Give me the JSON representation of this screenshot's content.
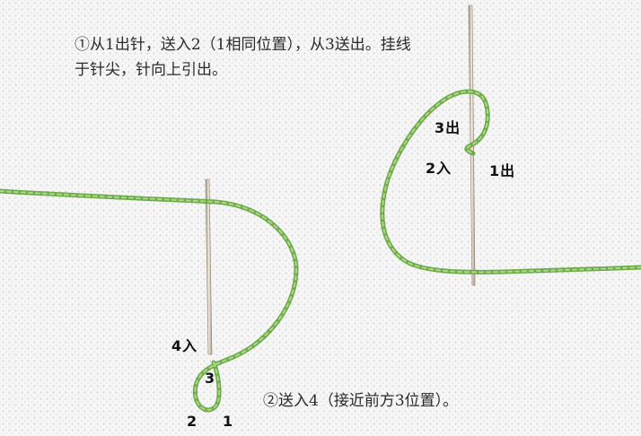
{
  "steps": [
    {
      "text": "①从1出针，送入2（1相同位置），从3送出。挂线于针尖，针向上引出。"
    },
    {
      "text": "②送入4（接近前方3位置）。"
    }
  ],
  "labels": {
    "right": {
      "p3": "3出",
      "p2": "2入",
      "p1": "1出"
    },
    "left": {
      "p4": "4入",
      "p3": "3",
      "p2": "2",
      "p1": "1"
    }
  },
  "colors": {
    "thread": "#8cc063",
    "thread_dark": "#5f9a3c",
    "needle": "#c9b9a0"
  }
}
